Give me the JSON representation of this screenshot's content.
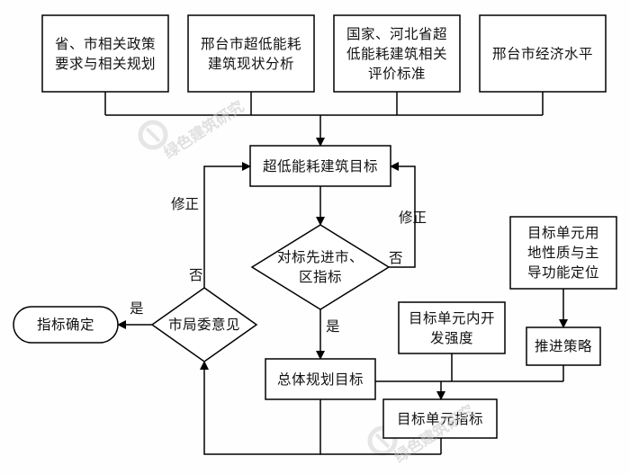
{
  "nodes": {
    "policy": "省、市相关政策\n要求与相关规划",
    "status": "邢台市超低能耗\n建筑现状分析",
    "standards": "国家、河北省超\n低能耗建筑相关\n评价标准",
    "economy": "邢台市经济水平",
    "goal": "超低能耗建筑目标",
    "benchmark": "对标先进市、\n区指标",
    "committee": "市局委意见",
    "confirm": "指标确定",
    "plan_goal": "总体规划目标",
    "unit_nature": "目标单元用\n地性质与主\n导功能定位",
    "unit_intensity": "目标单元内开\n发强度",
    "strategy": "推进策略",
    "unit_index": "目标单元指标"
  },
  "edge_labels": {
    "revise_left": "修正",
    "revise_right": "修正",
    "no_left": "否",
    "no_right": "否",
    "yes_down": "是",
    "yes_left": "是"
  },
  "watermarks": {
    "mark_1": "绿色建筑研究",
    "mark_2": "绿色建筑研究"
  }
}
